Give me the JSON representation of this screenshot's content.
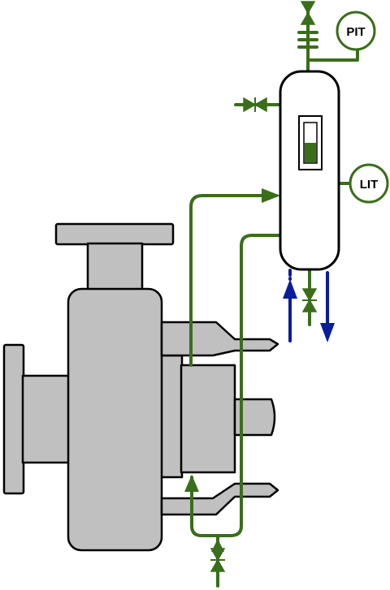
{
  "colors": {
    "equipment_fill": "#c0c0c0",
    "outline": "#000000",
    "process_line": "#3a6e1a",
    "cooling_line": "#0a1e9c",
    "background": "#ffffff"
  },
  "instruments": {
    "pressure": {
      "tag": "PIT"
    },
    "level": {
      "tag": "LIT"
    }
  },
  "level_gauge": {
    "fill_fraction": 0.5
  }
}
